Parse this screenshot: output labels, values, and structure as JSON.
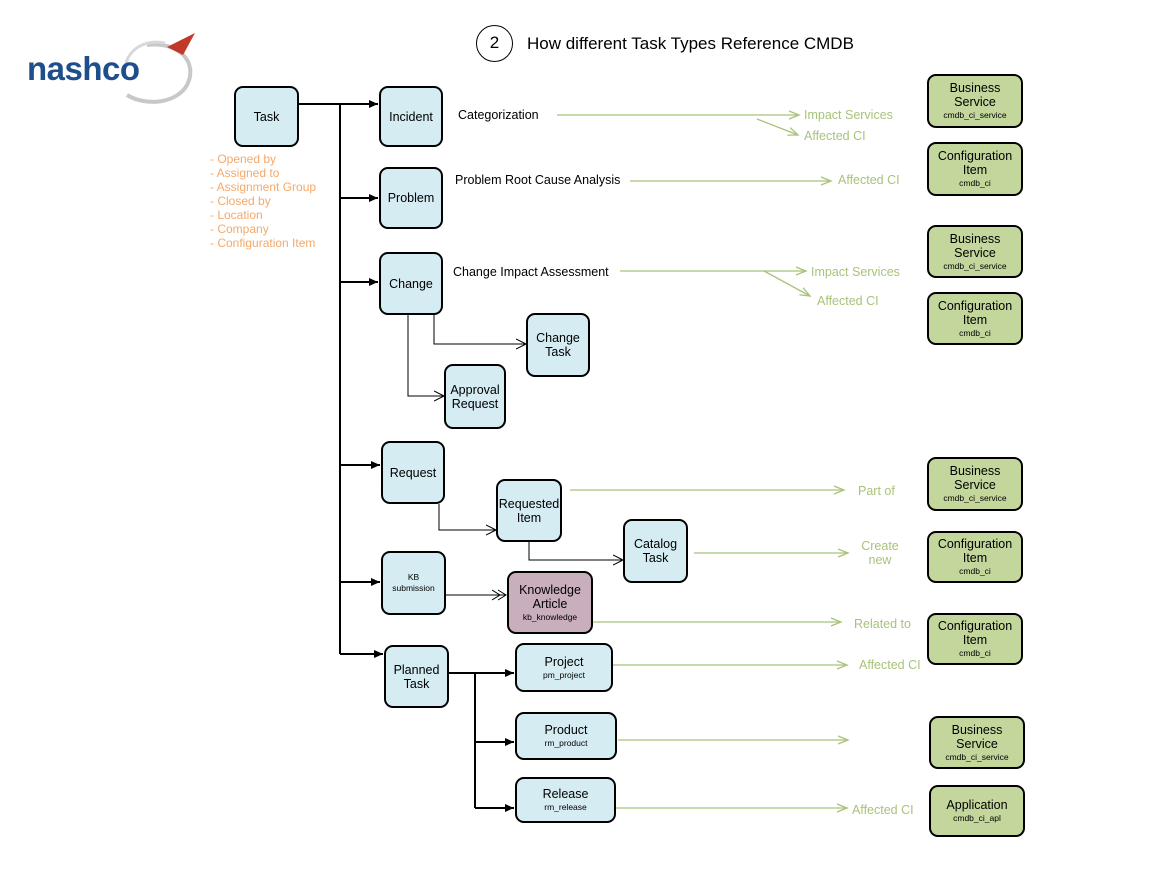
{
  "header": {
    "step_number": "2",
    "title": "How different Task Types Reference CMDB",
    "logo_text": "nashco"
  },
  "task": {
    "label": "Task",
    "attributes": [
      "- Opened by",
      "- Assigned to",
      "- Assignment Group",
      "- Closed by",
      "- Location",
      "- Company",
      "- Configuration Item"
    ]
  },
  "task_types": {
    "incident": "Incident",
    "problem": "Problem",
    "change": "Change",
    "change_task_line1": "Change",
    "change_task_line2": "Task",
    "approval_line1": "Approval",
    "approval_line2": "Request",
    "request": "Request",
    "requested_item_line1": "Requested",
    "requested_item_line2": "Item",
    "catalog_task_line1": "Catalog",
    "catalog_task_line2": "Task",
    "kb_line1": "KB",
    "kb_line2": "submission",
    "knowledge_line1": "Knowledge",
    "knowledge_line2": "Article",
    "knowledge_table": "kb_knowledge",
    "planned_line1": "Planned",
    "planned_line2": "Task",
    "project": "Project",
    "project_table": "pm_project",
    "product": "Product",
    "product_table": "rm_product",
    "release": "Release",
    "release_table": "rm_release"
  },
  "processes": {
    "categorization": "Categorization",
    "problem_rca": "Problem Root Cause Analysis",
    "change_impact": "Change Impact Assessment"
  },
  "relations": {
    "impact_services": "Impact Services",
    "affected_ci": "Affected CI",
    "part_of": "Part of",
    "create": "Create",
    "new": "new",
    "related_to": "Related to"
  },
  "cmdb": {
    "business_line1": "Business",
    "business_line2": "Service",
    "business_table": "cmdb_ci_service",
    "config_line1": "Configuration",
    "config_line2": "Item",
    "config_table": "cmdb_ci",
    "application": "Application",
    "application_table": "cmdb_ci_apl"
  },
  "colors": {
    "task_fill": "#d5ecf3",
    "cmdb_fill": "#c3d69b",
    "knowledge_fill": "#c9aebd",
    "relation_line": "#a8c37a",
    "attribute_text": "#f4a96a",
    "logo_blue": "#1f4e8c",
    "logo_red": "#c0392b"
  }
}
